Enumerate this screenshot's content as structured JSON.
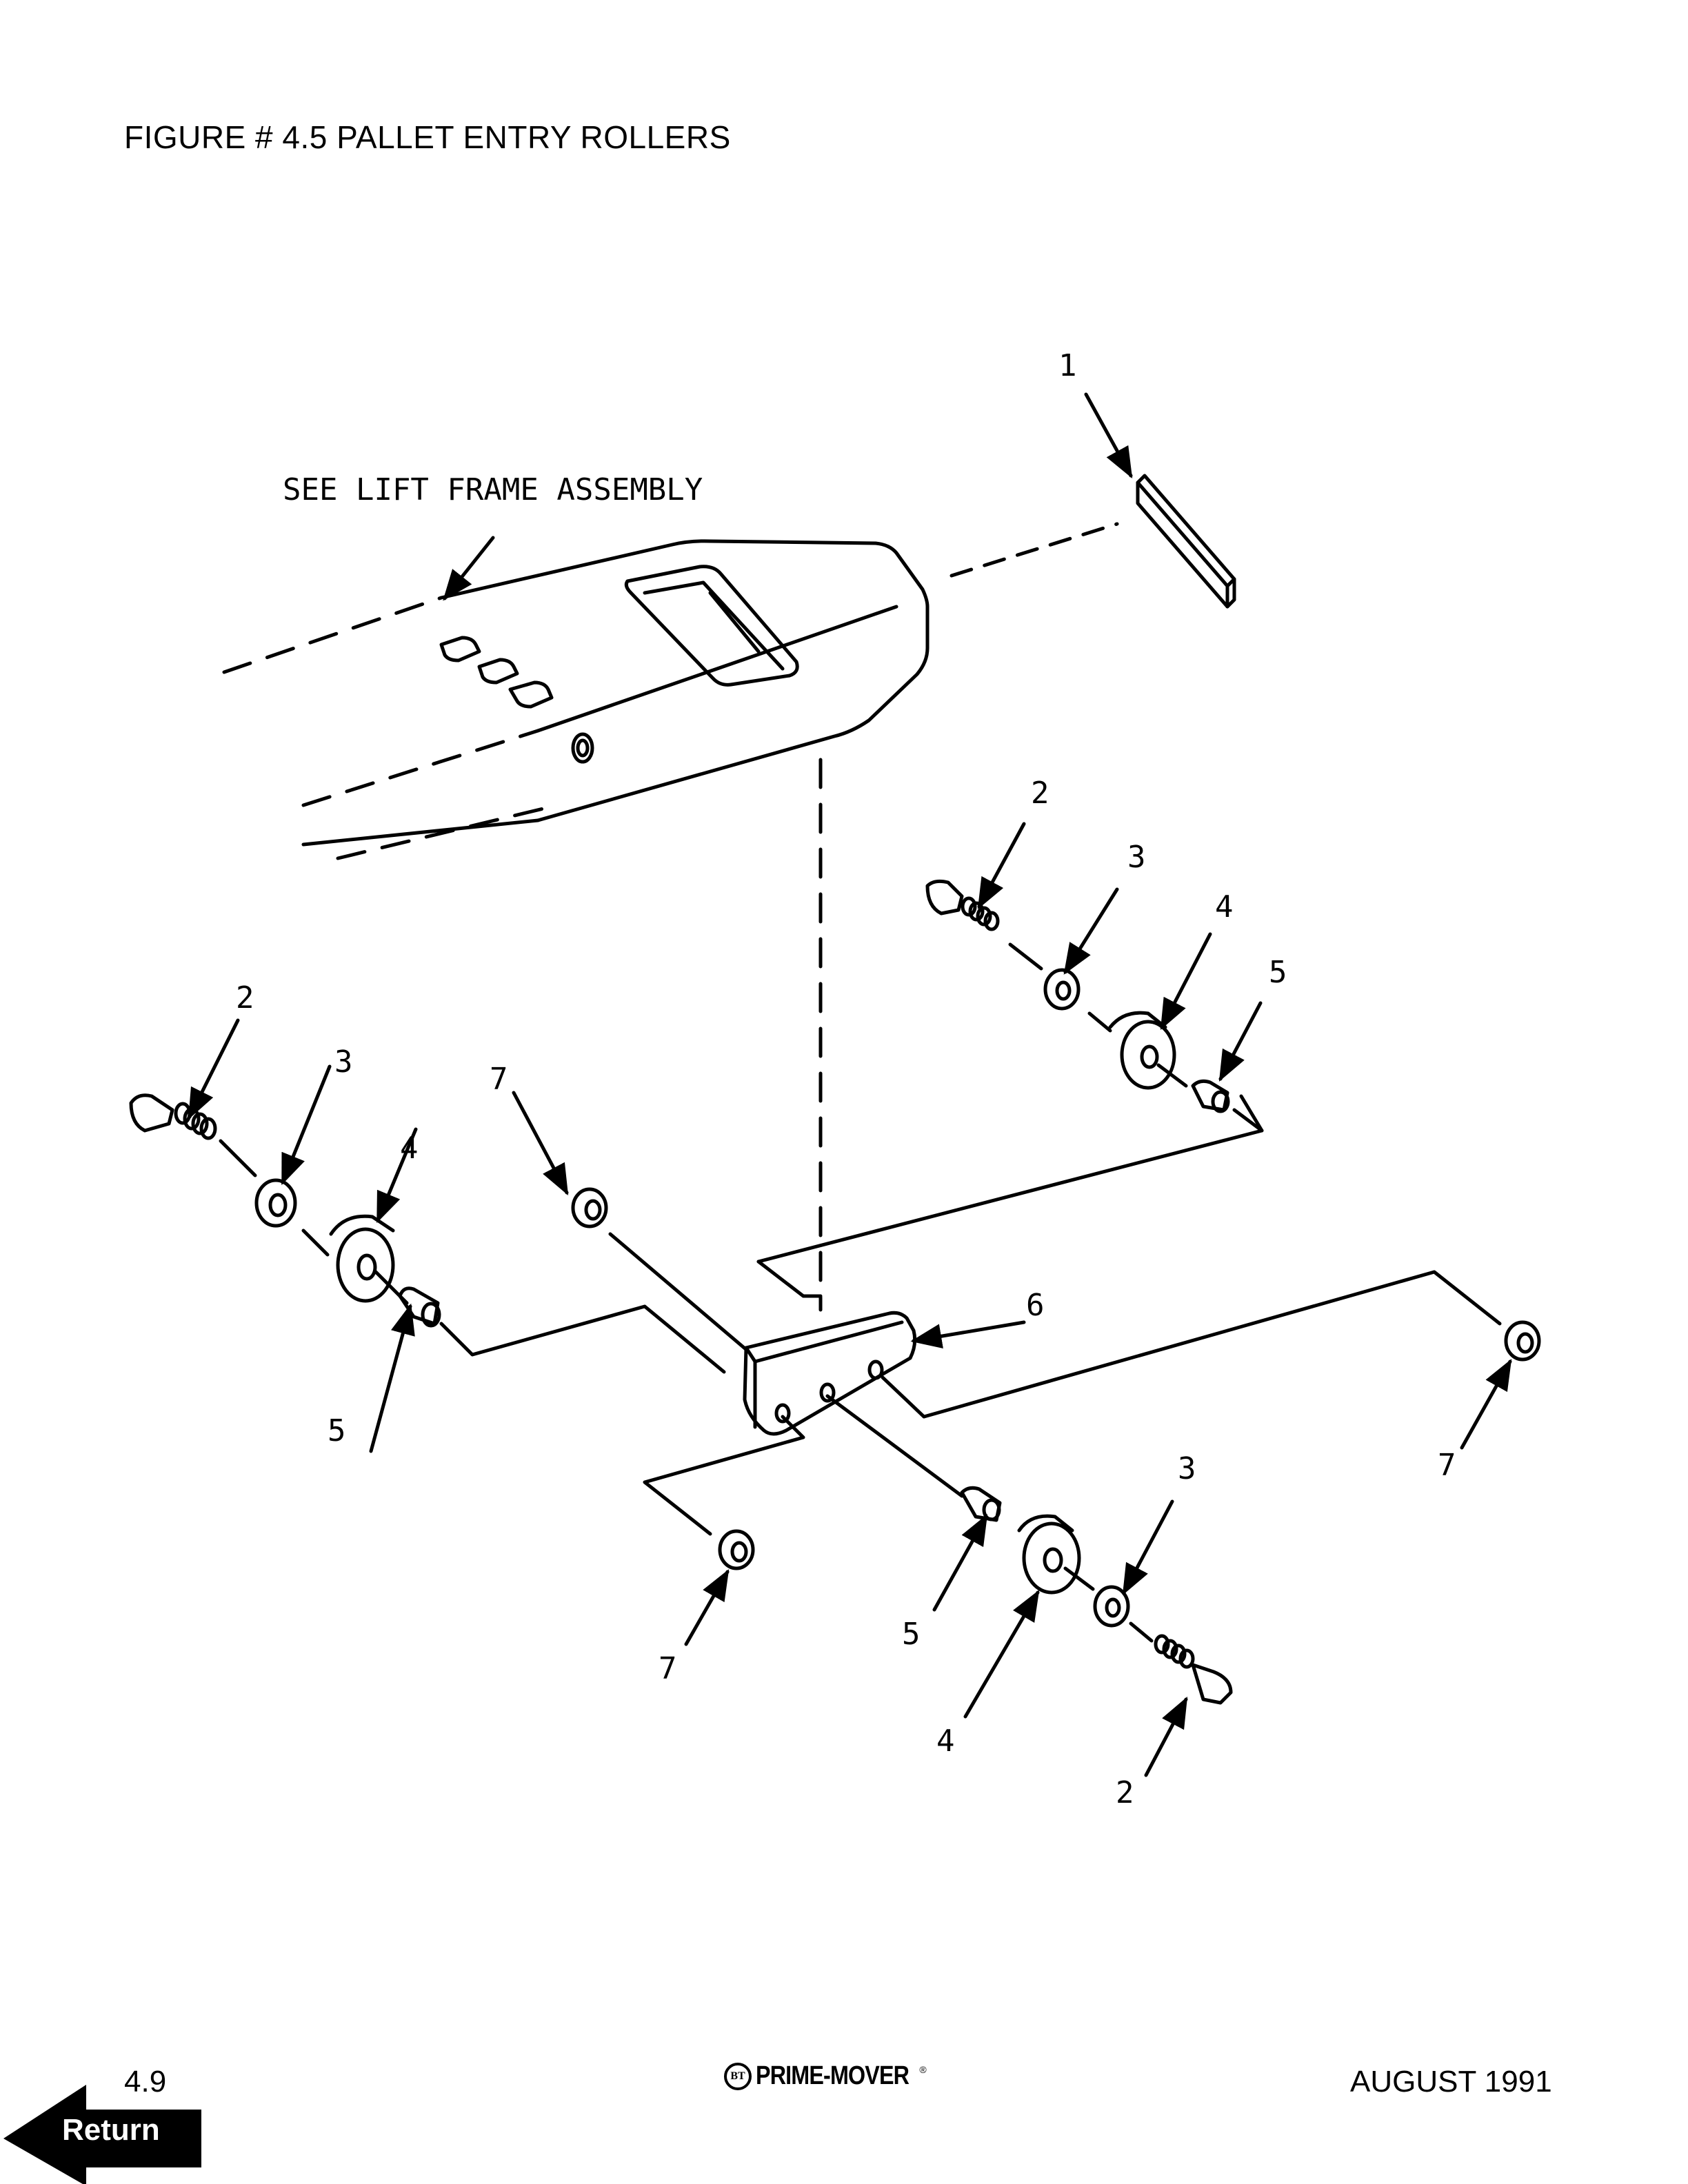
{
  "header": {
    "figure_title": "FIGURE # 4.5  PALLET ENTRY ROLLERS"
  },
  "diagram": {
    "note": "SEE LIFT FRAME ASSEMBLY",
    "callouts": {
      "c1": "1",
      "c2a": "2",
      "c3a": "3",
      "c4a": "4",
      "c5a": "5",
      "c2b": "2",
      "c3b": "3",
      "c4b": "4",
      "c5b": "5",
      "c7a": "7",
      "c6": "6",
      "c7b": "7",
      "c7c": "7",
      "c5c": "5",
      "c4c": "4",
      "c3c": "3",
      "c2c": "2"
    }
  },
  "footer": {
    "page_number": "4.9",
    "brand_badge": "BT",
    "brand_name": "PRIME-MOVER",
    "brand_reg": "®",
    "date": "AUGUST 1991",
    "return_label": "Return"
  }
}
